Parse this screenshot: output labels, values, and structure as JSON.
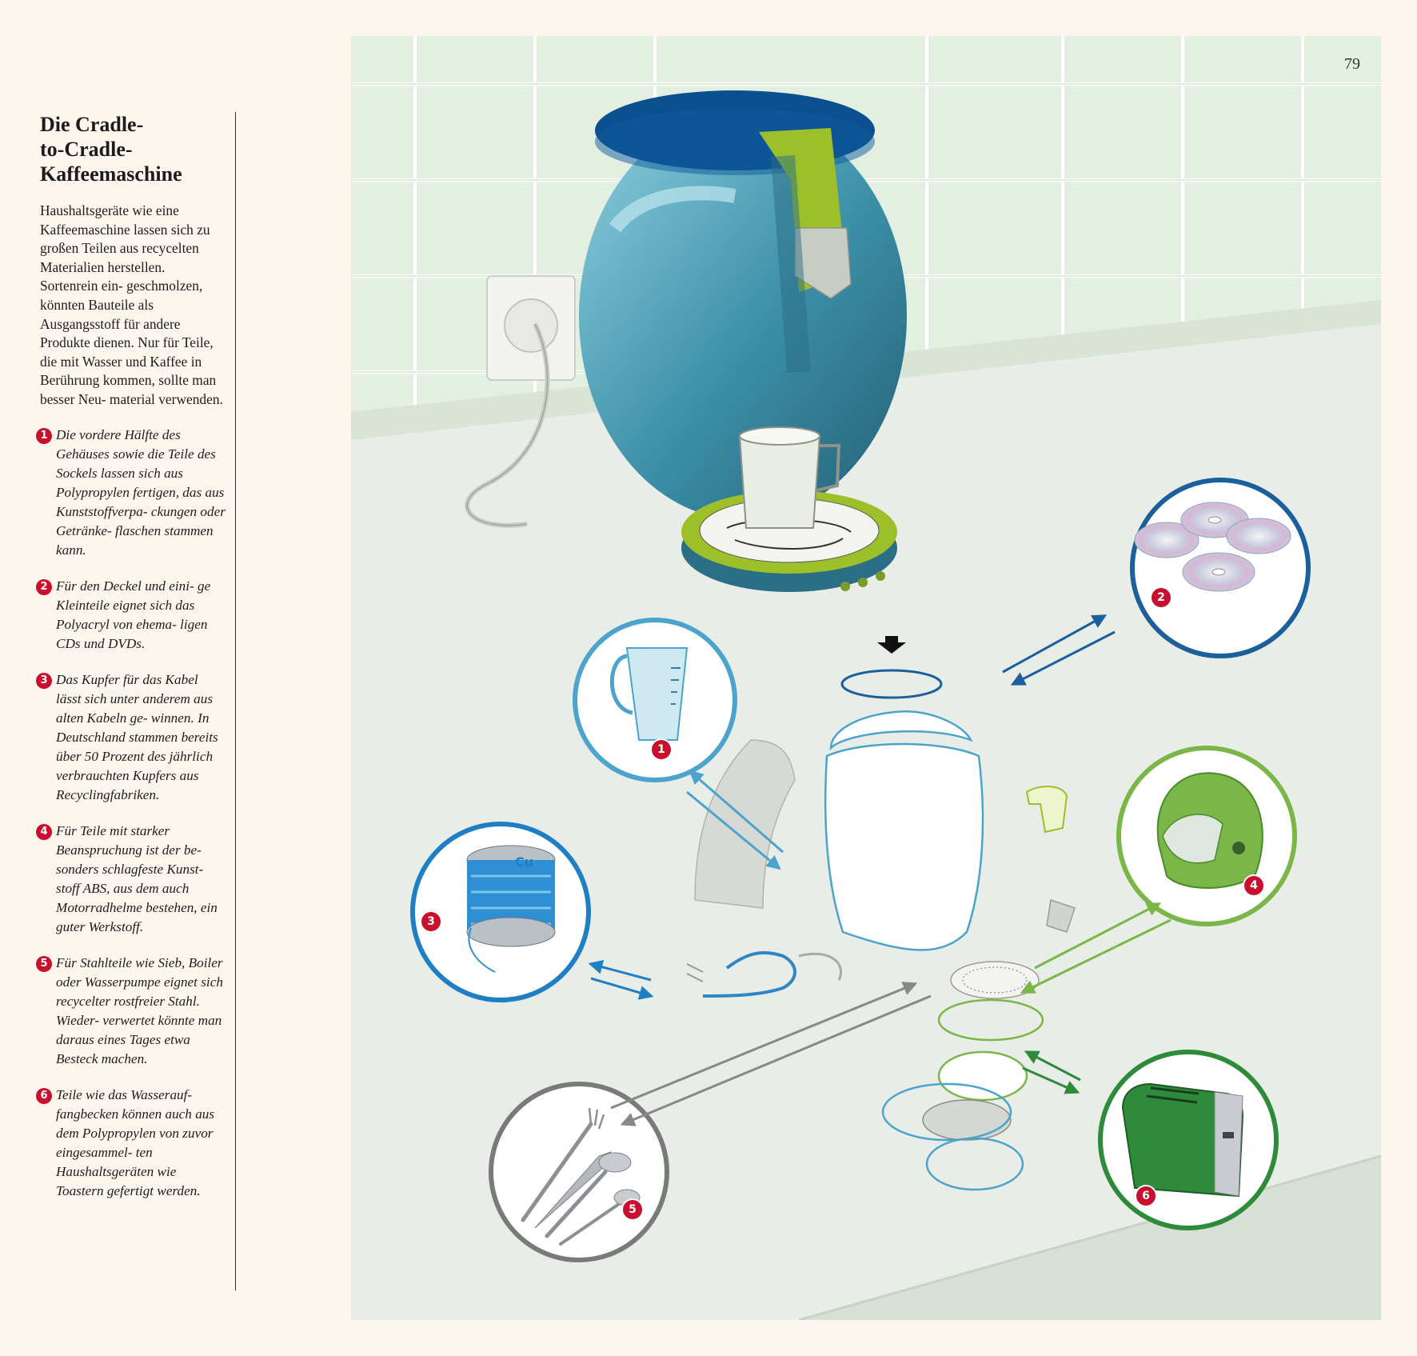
{
  "page_number": "79",
  "title_lines": [
    "Die Cradle-",
    "to-Cradle-",
    "Kaffeemaschine"
  ],
  "intro": "Haushaltsgeräte wie eine Kaffeemaschine lassen sich zu großen Teilen aus recycelten Materialien herstellen. Sortenrein ein- geschmolzen, könnten Bauteile als Ausgangsstoff für andere Produkte dienen. Nur für Teile, die mit Wasser und Kaffee in Berührung kommen, sollte man besser Neu- material verwenden.",
  "notes": [
    {
      "num": "1",
      "text": "Die vordere Hälfte des Gehäuses sowie die Teile des Sockels lassen sich aus Polypropylen fertigen, das aus Kunststoffverpa- ckungen oder Getränke- flaschen stammen kann."
    },
    {
      "num": "2",
      "text": "Für den Deckel und eini- ge Kleinteile eignet sich das Polyacryl von ehema- ligen CDs und DVDs."
    },
    {
      "num": "3",
      "text": "Das Kupfer für das Kabel lässt sich unter anderem aus alten Kabeln ge- winnen. In Deutschland stammen bereits über 50 Prozent des jährlich verbrauchten Kupfers aus Recyclingfabriken."
    },
    {
      "num": "4",
      "text": "Für Teile mit starker Beanspruchung ist der be- sonders schlagfeste Kunst- stoff ABS, aus dem auch Motorradhelme bestehen, ein guter Werkstoff."
    },
    {
      "num": "5",
      "text": "Für Stahlteile wie Sieb, Boiler oder Wasserpumpe eignet sich recycelter rostfreier Stahl. Wieder- verwertet könnte man daraus eines Tages etwa Besteck machen."
    },
    {
      "num": "6",
      "text": "Teile wie das Wasserauf- fangbecken können auch aus dem Polypropylen von zuvor eingesammel- ten Haushaltsgeräten wie Toastern gefertigt werden."
    }
  ],
  "badges": [
    "1",
    "2",
    "3",
    "4",
    "5",
    "6"
  ],
  "spool_label": "Cu",
  "colors": {
    "accent_red": "#c8102e",
    "blue_dark": "#1b5f9c",
    "blue_light": "#4ca3cc",
    "green": "#7ab648",
    "dark_green": "#2e8b3a",
    "gray": "#7a7a7a",
    "machine_teal": "#3b8fa8",
    "lid_blue": "#0a4f8f",
    "spout_green": "#9cbf2a"
  },
  "icons": [
    "measuring-jug-icon",
    "cd-discs-icon",
    "copper-spool-icon",
    "motorcycle-helmet-icon",
    "cutlery-icon",
    "toaster-icon",
    "down-arrow-icon"
  ]
}
